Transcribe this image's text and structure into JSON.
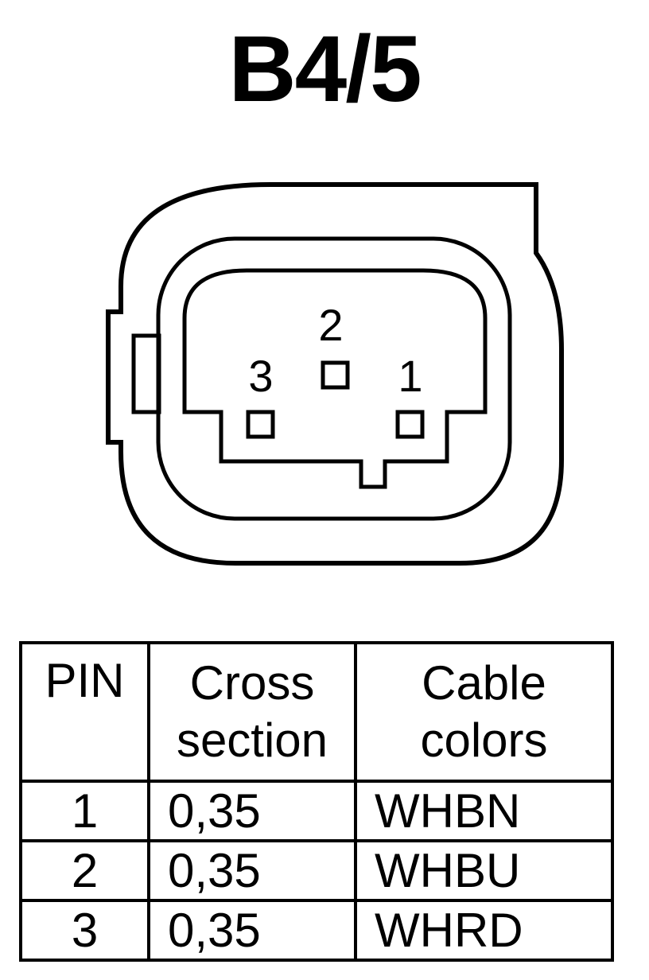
{
  "title": "B4/5",
  "connector": {
    "pin_labels": [
      "1",
      "2",
      "3"
    ]
  },
  "table": {
    "headers": {
      "pin": "PIN",
      "cross_section": [
        "Cross",
        "section"
      ],
      "cable_colors": [
        "Cable",
        "colors"
      ]
    },
    "rows": [
      {
        "pin": "1",
        "cross_section": "0,35",
        "color": "WHBN"
      },
      {
        "pin": "2",
        "cross_section": "0,35",
        "color": "WHBU"
      },
      {
        "pin": "3",
        "cross_section": "0,35",
        "color": "WHRD"
      }
    ]
  }
}
